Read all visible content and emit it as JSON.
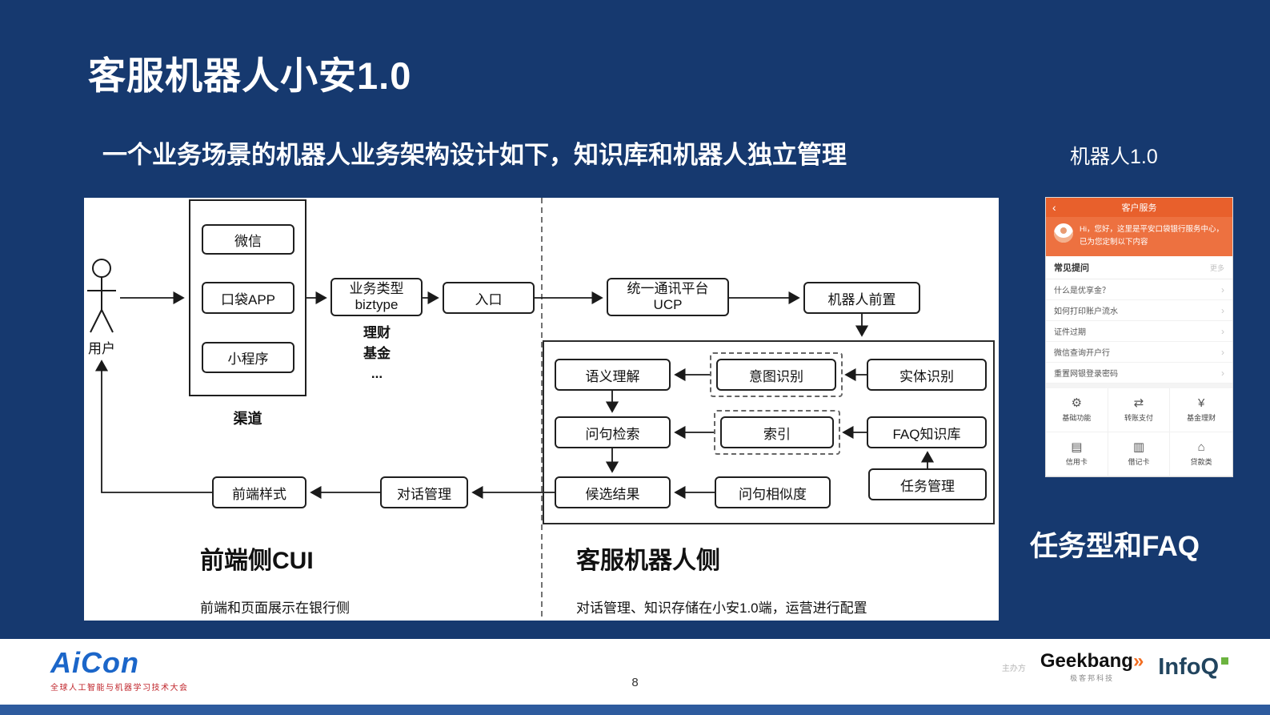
{
  "slide": {
    "title": "客服机器人小安1.0",
    "subtitle": "一个业务场景的机器人业务架构设计如下，知识库和机器人独立管理",
    "corner_label": "机器人1.0"
  },
  "colors": {
    "slide_background": "#16396f",
    "panel_background": "#ffffff",
    "phone_accent": "#ed7140",
    "footer_strip": "#2e5b9e",
    "aicon_blue": "#1b66c9",
    "geekbang_orange": "#f26d21",
    "infoq_navy": "#21445e"
  },
  "diagram": {
    "user_label": "用户",
    "channel_items": [
      "微信",
      "口袋APP",
      "小程序"
    ],
    "channel_label": "渠道",
    "biztype_line1": "业务类型",
    "biztype_line2": "biztype",
    "biztype_notes": [
      "理财",
      "基金",
      "..."
    ],
    "entry": "入口",
    "ucp_line1": "统一通讯平台",
    "ucp_line2": "UCP",
    "robot_front": "机器人前置",
    "semantic": "语义理解",
    "intent": "意图识别",
    "entity": "实体识别",
    "query_retrieval": "问句检索",
    "index": "索引",
    "faq_kb": "FAQ知识库",
    "candidates": "候选结果",
    "similarity": "问句相似度",
    "task_mgmt": "任务管理",
    "dialog_mgmt": "对话管理",
    "frontend_style": "前端样式",
    "left_title": "前端侧CUI",
    "left_desc": "前端和页面展示在银行侧",
    "right_title": "客服机器人侧",
    "right_desc": "对话管理、知识存储在小安1.0端，运营进行配置"
  },
  "phone": {
    "back_icon": "‹",
    "header_title": "客户服务",
    "greeting": "Hi，您好，这里是平安口袋银行服务中心，已为您定制以下内容",
    "section_title": "常见提问",
    "more_label": "更多",
    "chevron": "›",
    "faq_items": [
      "什么是优享金？",
      "如何打印账户流水",
      "证件过期",
      "微信查询开户行",
      "重置网银登录密码"
    ],
    "grid_items": [
      {
        "label": "基础功能",
        "icon": "gear-icon",
        "glyph": "⚙"
      },
      {
        "label": "转账支付",
        "icon": "transfer-icon",
        "glyph": "⇄"
      },
      {
        "label": "基金理财",
        "icon": "wealth-icon",
        "glyph": "¥"
      },
      {
        "label": "信用卡",
        "icon": "credit-card-icon",
        "glyph": "▤"
      },
      {
        "label": "借记卡",
        "icon": "debit-card-icon",
        "glyph": "▥"
      },
      {
        "label": "贷款类",
        "icon": "loan-icon",
        "glyph": "⌂"
      }
    ],
    "caption": "任务型和FAQ"
  },
  "footer": {
    "aicon_name": "AiCon",
    "aicon_tagline": "全球人工智能与机器学习技术大会",
    "page_number": "8",
    "organizer_label": "主办方",
    "geekbang_name": "Geekbang",
    "geekbang_arrow": "»",
    "geekbang_tagline": "极客邦科技",
    "infoq_name": "InfoQ"
  }
}
